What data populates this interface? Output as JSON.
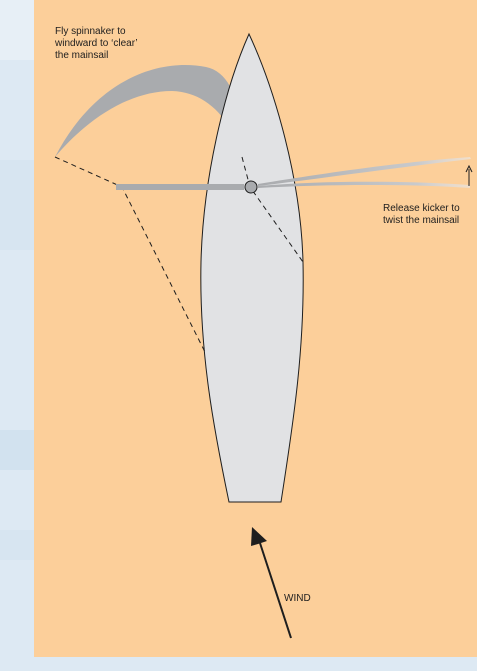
{
  "labels": {
    "spinnaker": [
      "Fly spinnaker to",
      "windward to ‘clear’",
      "the mainsail"
    ],
    "kicker": [
      "Release kicker to",
      "twist the mainsail"
    ],
    "wind": "WIND"
  },
  "colors": {
    "panel": "#fccf9a",
    "hull": "#e1e2e4",
    "sail": "#a9abae",
    "outline": "#1e1e1e"
  }
}
